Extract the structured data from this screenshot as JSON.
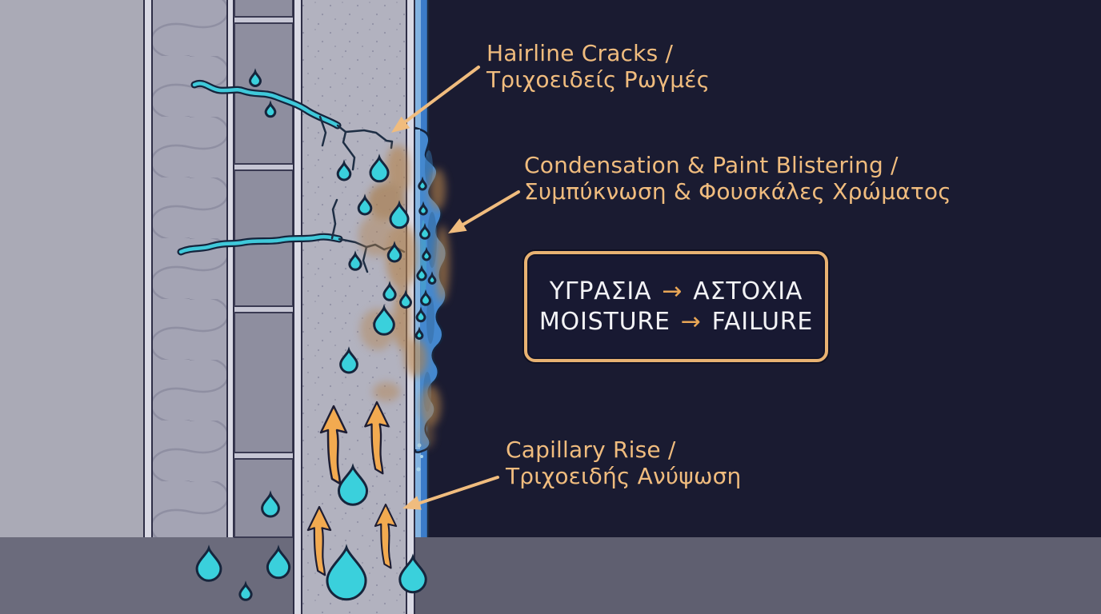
{
  "figure": {
    "kind": "wall-moisture-failure-diagram",
    "labels": {
      "hairline_cracks": {
        "en": "Hairline Cracks /",
        "el": "Τριχοειδείς Ρωγμές"
      },
      "condensation_blistering": {
        "en": "Condensation & Paint Blistering /",
        "el": "Συμπύκνωση & Φουσκάλες Χρώματος"
      },
      "capillary_rise": {
        "en": "Capillary Rise /",
        "el": "Τριχοειδής Ανύψωση"
      }
    },
    "callout": {
      "line_el": {
        "left": "ΥΓΡΑΣΙΑ",
        "arrow": "→",
        "right": "ΑΣΤΟΧΙΑ"
      },
      "line_en": {
        "left": "MOISTURE",
        "arrow": "→",
        "right": "FAILURE"
      }
    },
    "icons": [
      "water-drop-icon",
      "capillary-arrow-icon",
      "callout-arrow-icon",
      "insulation-batt-icon"
    ],
    "palette": {
      "background": "#1a1b31",
      "ground_left": "#6b6b7c",
      "ground_right": "#5f5f70",
      "interior_wall": "#aaaab6",
      "insulation": "#a4a4b4",
      "masonry_block": "#8e8e9f",
      "mortar": "#c6c6d4",
      "concrete": "#b2b2bf",
      "render_strip": "#d9d9e4",
      "paint_light_blue": "#83b3e1",
      "paint_blue": "#3b7cc9",
      "water_cyan": "#3ad0dc",
      "damp_stain_brown": "#b5834c",
      "capillary_arrow_orange": "#f2aa50",
      "label_tan": "#f0bc7e",
      "callout_border": "#e8b272",
      "callout_text": "#f3f3f6"
    }
  }
}
